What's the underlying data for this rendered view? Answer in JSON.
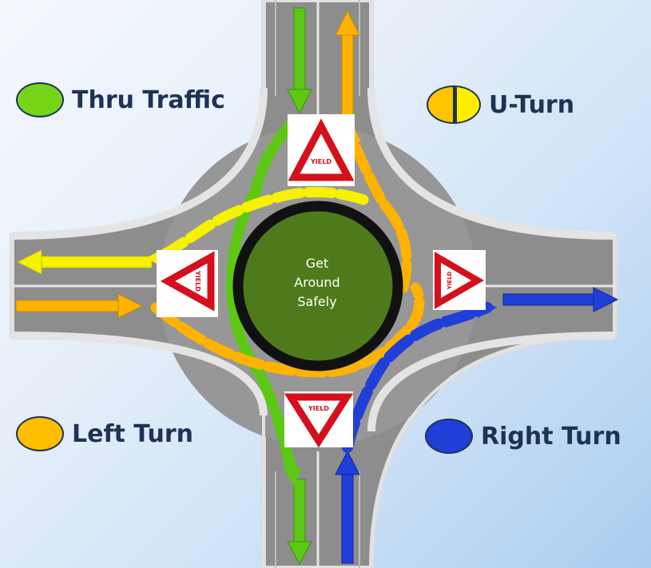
{
  "legend": {
    "thru": {
      "label": "Thru Traffic",
      "color": "#77d418"
    },
    "uturn": {
      "label": "U-Turn",
      "colors": [
        "#ffc400",
        "#ffee00"
      ]
    },
    "left": {
      "label": "Left Turn",
      "color": "#ffbf00"
    },
    "right": {
      "label": "Right Turn",
      "color": "#1f3fd8"
    }
  },
  "center_island": {
    "lines": [
      "Get",
      "Around",
      "Safely"
    ],
    "fill": "#4f7a1c",
    "rim": "#111111"
  },
  "colors": {
    "road": "#9a9a9a",
    "curb": "#dcdcdc",
    "lane_line": "#e8e8e8",
    "yield_red": "#d4101c"
  },
  "signs": [
    {
      "name": "north-yield-sign",
      "text": "YIELD"
    },
    {
      "name": "west-yield-sign",
      "text": "YIELD"
    },
    {
      "name": "east-yield-sign",
      "text": "YIELD"
    },
    {
      "name": "south-yield-sign",
      "text": "YIELD"
    }
  ]
}
